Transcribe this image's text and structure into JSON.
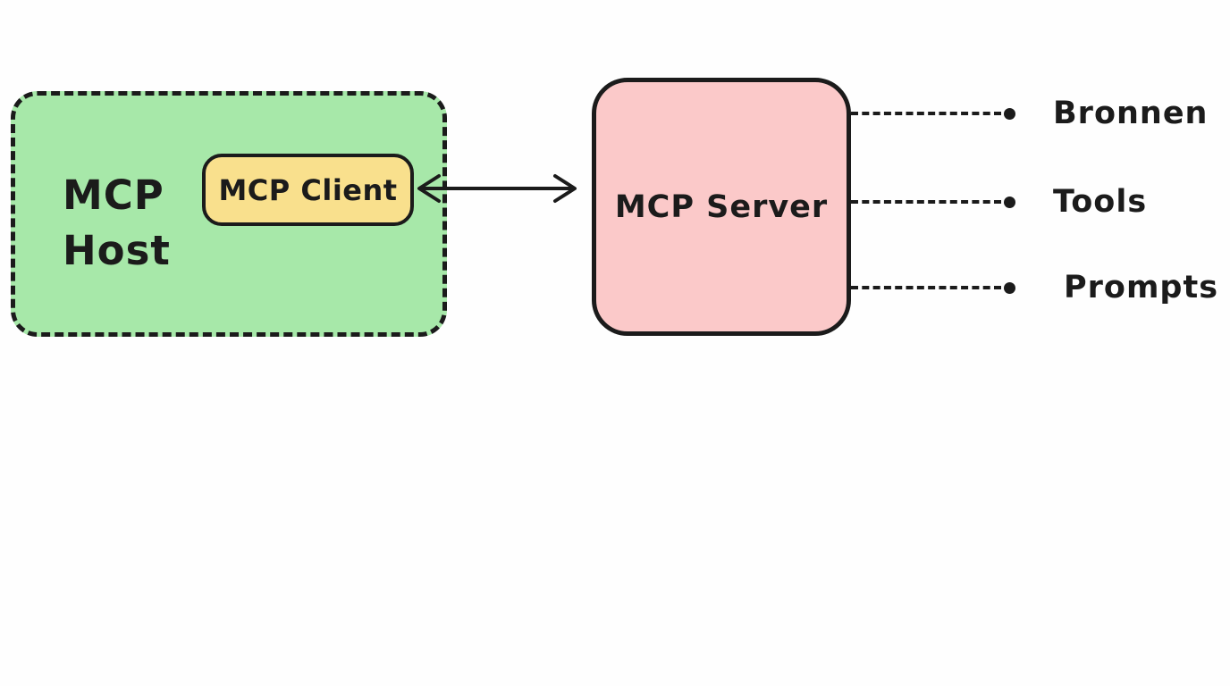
{
  "diagram": {
    "host": {
      "label": "MCP Host",
      "client": {
        "label": "MCP Client"
      }
    },
    "server": {
      "label": "MCP Server"
    },
    "capabilities": [
      {
        "label": "Bronnen"
      },
      {
        "label": "Tools"
      },
      {
        "label": "Prompts"
      }
    ],
    "colors": {
      "background": "#fefefe",
      "stroke": "#1b1b1b",
      "host_fill": "#a7e8a9",
      "client_fill": "#f9e08d",
      "server_fill": "#fbc9c9"
    }
  }
}
